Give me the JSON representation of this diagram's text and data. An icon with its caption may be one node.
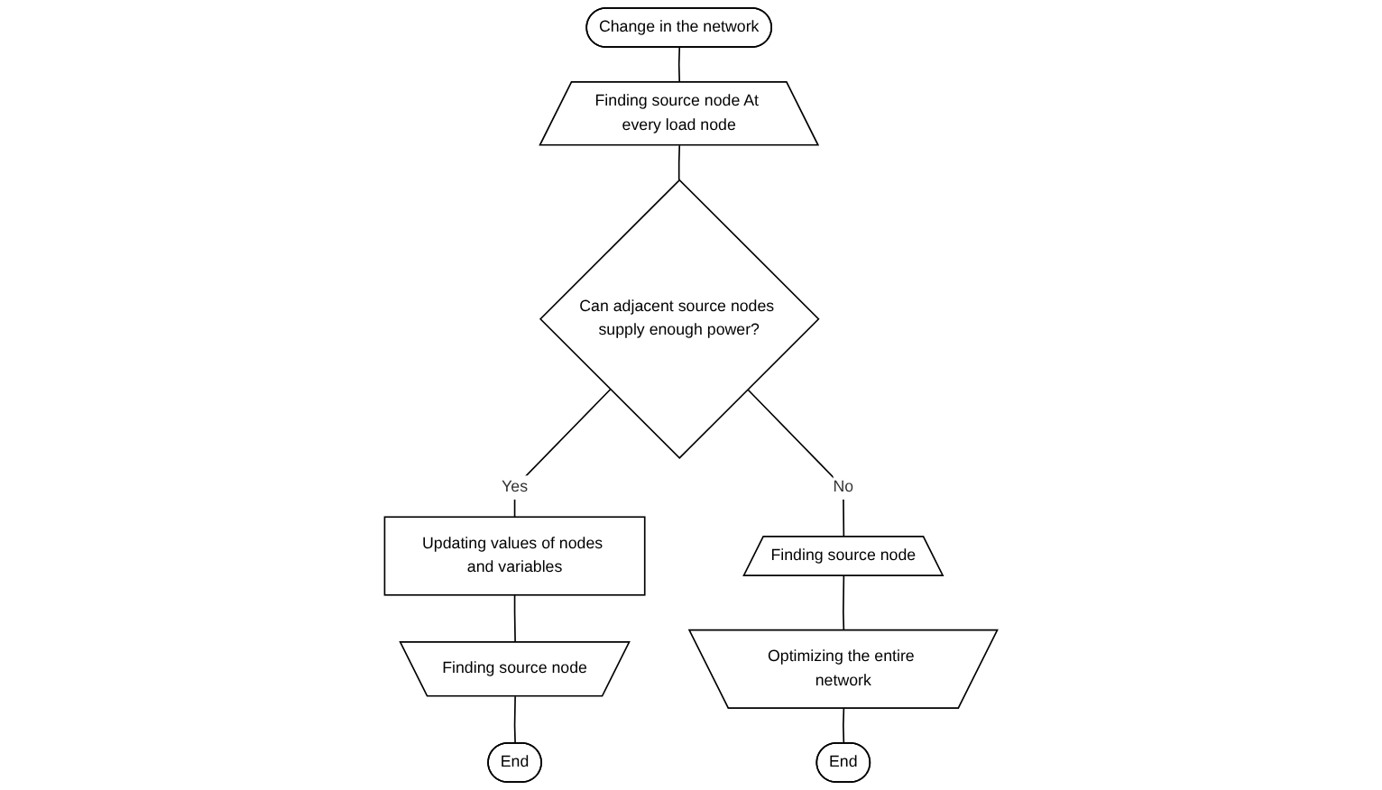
{
  "diagram": {
    "nodes": [
      {
        "text": [
          "Change in the network"
        ]
      },
      {
        "text": [
          "Finding source node At every load node"
        ]
      },
      {
        "text": [
          "Can adjacent source nodes supply enough power?"
        ]
      },
      {
        "text": [
          "Updating values of nodes and variables"
        ]
      },
      {
        "text": [
          "Finding source node"
        ]
      },
      {
        "text": [
          "End"
        ]
      },
      {
        "text": [
          "Finding source node"
        ]
      },
      {
        "text": [
          "Optimizing the entire network"
        ]
      },
      {
        "text": [
          "End"
        ]
      }
    ],
    "edges": [
      {
        "from": 0,
        "to": 1,
        "arrow": "none"
      },
      {
        "from": 1,
        "to": 2,
        "arrow": "none"
      },
      {
        "from": 2,
        "to": 3,
        "label": "Yes",
        "arrow": "none"
      },
      {
        "from": 3,
        "to": 4,
        "arrow": "none"
      },
      {
        "from": 4,
        "to": 5,
        "arrow": "none"
      },
      {
        "from": 2,
        "to": 6,
        "label": "No",
        "arrow": "none"
      },
      {
        "from": 6,
        "to": 7,
        "arrow": "none"
      },
      {
        "from": 7,
        "to": 8,
        "arrow": "none"
      }
    ]
  }
}
